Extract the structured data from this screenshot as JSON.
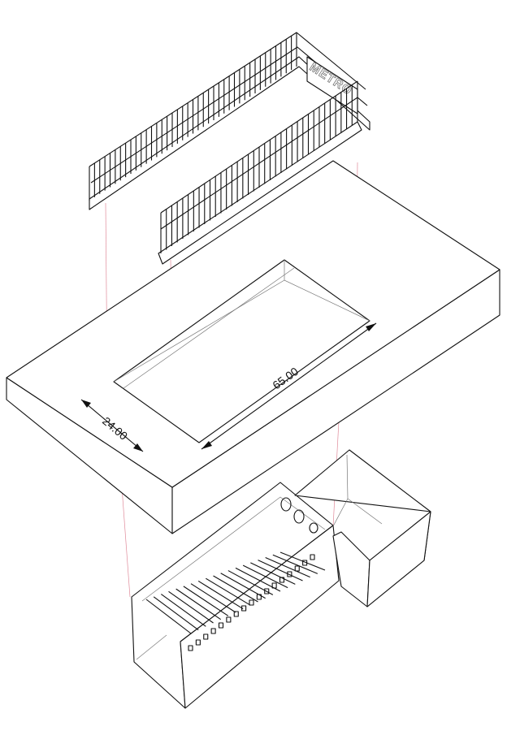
{
  "diagram": {
    "title": "Exploded isometric assembly: railing, slab with opening, stair box",
    "railing_sign": "METRO",
    "dimensions": {
      "length": "65.00",
      "width": "24.00"
    },
    "colors": {
      "line": "#111111",
      "guide": "#e08a9a"
    }
  }
}
